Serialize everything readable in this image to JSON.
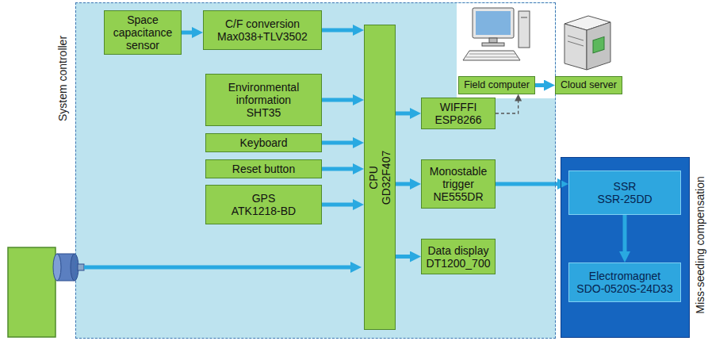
{
  "diagram": {
    "nodes": [
      {
        "text": [
          "System controller"
        ]
      },
      {
        "text": [
          "Space capacitance sensor"
        ],
        "in": 0
      },
      {
        "text": [
          "C/F conversion",
          "Max038+TLV3502"
        ],
        "in": 0
      },
      {
        "text": [
          "Environmental information",
          "SHT35"
        ],
        "in": 0
      },
      {
        "text": [
          "Keyboard"
        ],
        "in": 0
      },
      {
        "text": [
          "Reset button"
        ],
        "in": 0
      },
      {
        "text": [
          "GPS",
          "ATK1218-BD"
        ],
        "in": 0
      },
      {
        "text": [
          "CPU",
          "GD32F407"
        ],
        "in": 0
      },
      {
        "text": [
          "WIFFFI",
          "ESP8266"
        ],
        "in": 0
      },
      {
        "text": [
          "Monostable trigger",
          "NE555DR"
        ],
        "in": 0
      },
      {
        "text": [
          "Data display",
          "DT1200_700"
        ],
        "in": 0
      },
      {
        "text": [
          "Field computer"
        ]
      },
      {
        "text": [
          "Cloud server"
        ]
      },
      {
        "text": [
          "Miss-seeding compensation"
        ]
      },
      {
        "text": [
          "SSR",
          "SSR-25DD"
        ],
        "in": 13
      },
      {
        "text": [
          "Electromagnet",
          "SDO-0520S-24D33"
        ],
        "in": 13
      }
    ],
    "edges": [
      {
        "from": 1,
        "to": 2,
        "arrow": "to"
      },
      {
        "from": 2,
        "to": 7,
        "arrow": "to"
      },
      {
        "from": 3,
        "to": 7,
        "arrow": "to"
      },
      {
        "from": 4,
        "to": 7,
        "arrow": "to"
      },
      {
        "from": 5,
        "to": 7,
        "arrow": "to"
      },
      {
        "from": 6,
        "to": 7,
        "arrow": "to"
      },
      {
        "from": 7,
        "to": 8,
        "arrow": "to"
      },
      {
        "from": 7,
        "to": 9,
        "arrow": "to"
      },
      {
        "from": 7,
        "to": 10,
        "arrow": "to"
      },
      {
        "from": 9,
        "to": 14,
        "arrow": "to"
      },
      {
        "from": 14,
        "to": 15,
        "arrow": "to"
      },
      {
        "from": 11,
        "to": 12,
        "arrow": "to"
      },
      {
        "from": 8,
        "to": 11,
        "arrow": "to"
      }
    ]
  }
}
